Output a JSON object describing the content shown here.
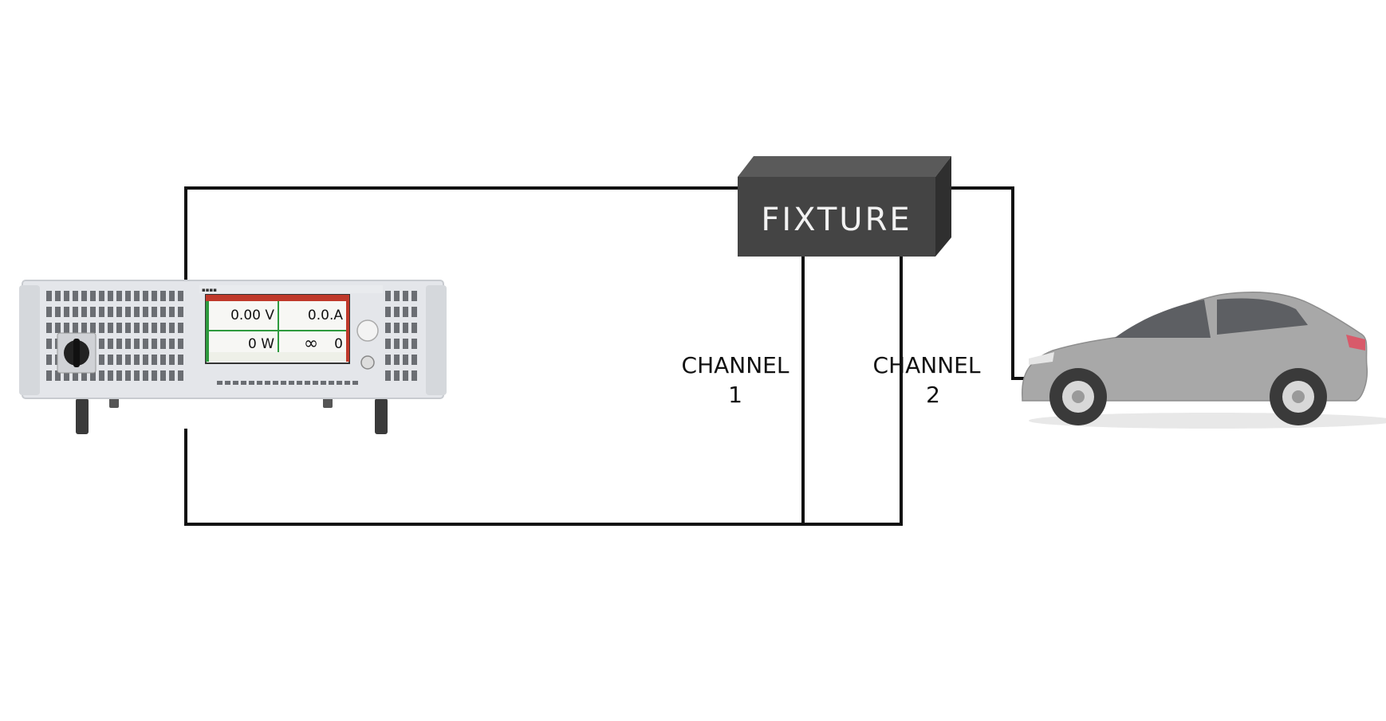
{
  "fixture": {
    "label": "FIXTURE"
  },
  "channels": [
    {
      "line1": "CHANNEL",
      "line2": "1"
    },
    {
      "line1": "CHANNEL",
      "line2": "2"
    }
  ],
  "instrument": {
    "display": {
      "voltage": "0.00 V",
      "current": "0.0.A",
      "power": "0 W",
      "resistance": "∞",
      "resistance_unit": "0"
    }
  },
  "colors": {
    "wire": "#111111",
    "fixture_front": "#444444",
    "fixture_top": "#5a5a5a",
    "fixture_side": "#2f2f2f",
    "car_body": "#a8a8a8",
    "car_taillight": "#d85a6a",
    "display_green": "#2e9a3e",
    "display_red": "#c0392b"
  },
  "icons": [
    "power-supply-illustration",
    "car-illustration",
    "rotary-switch-icon",
    "knob-icon"
  ]
}
